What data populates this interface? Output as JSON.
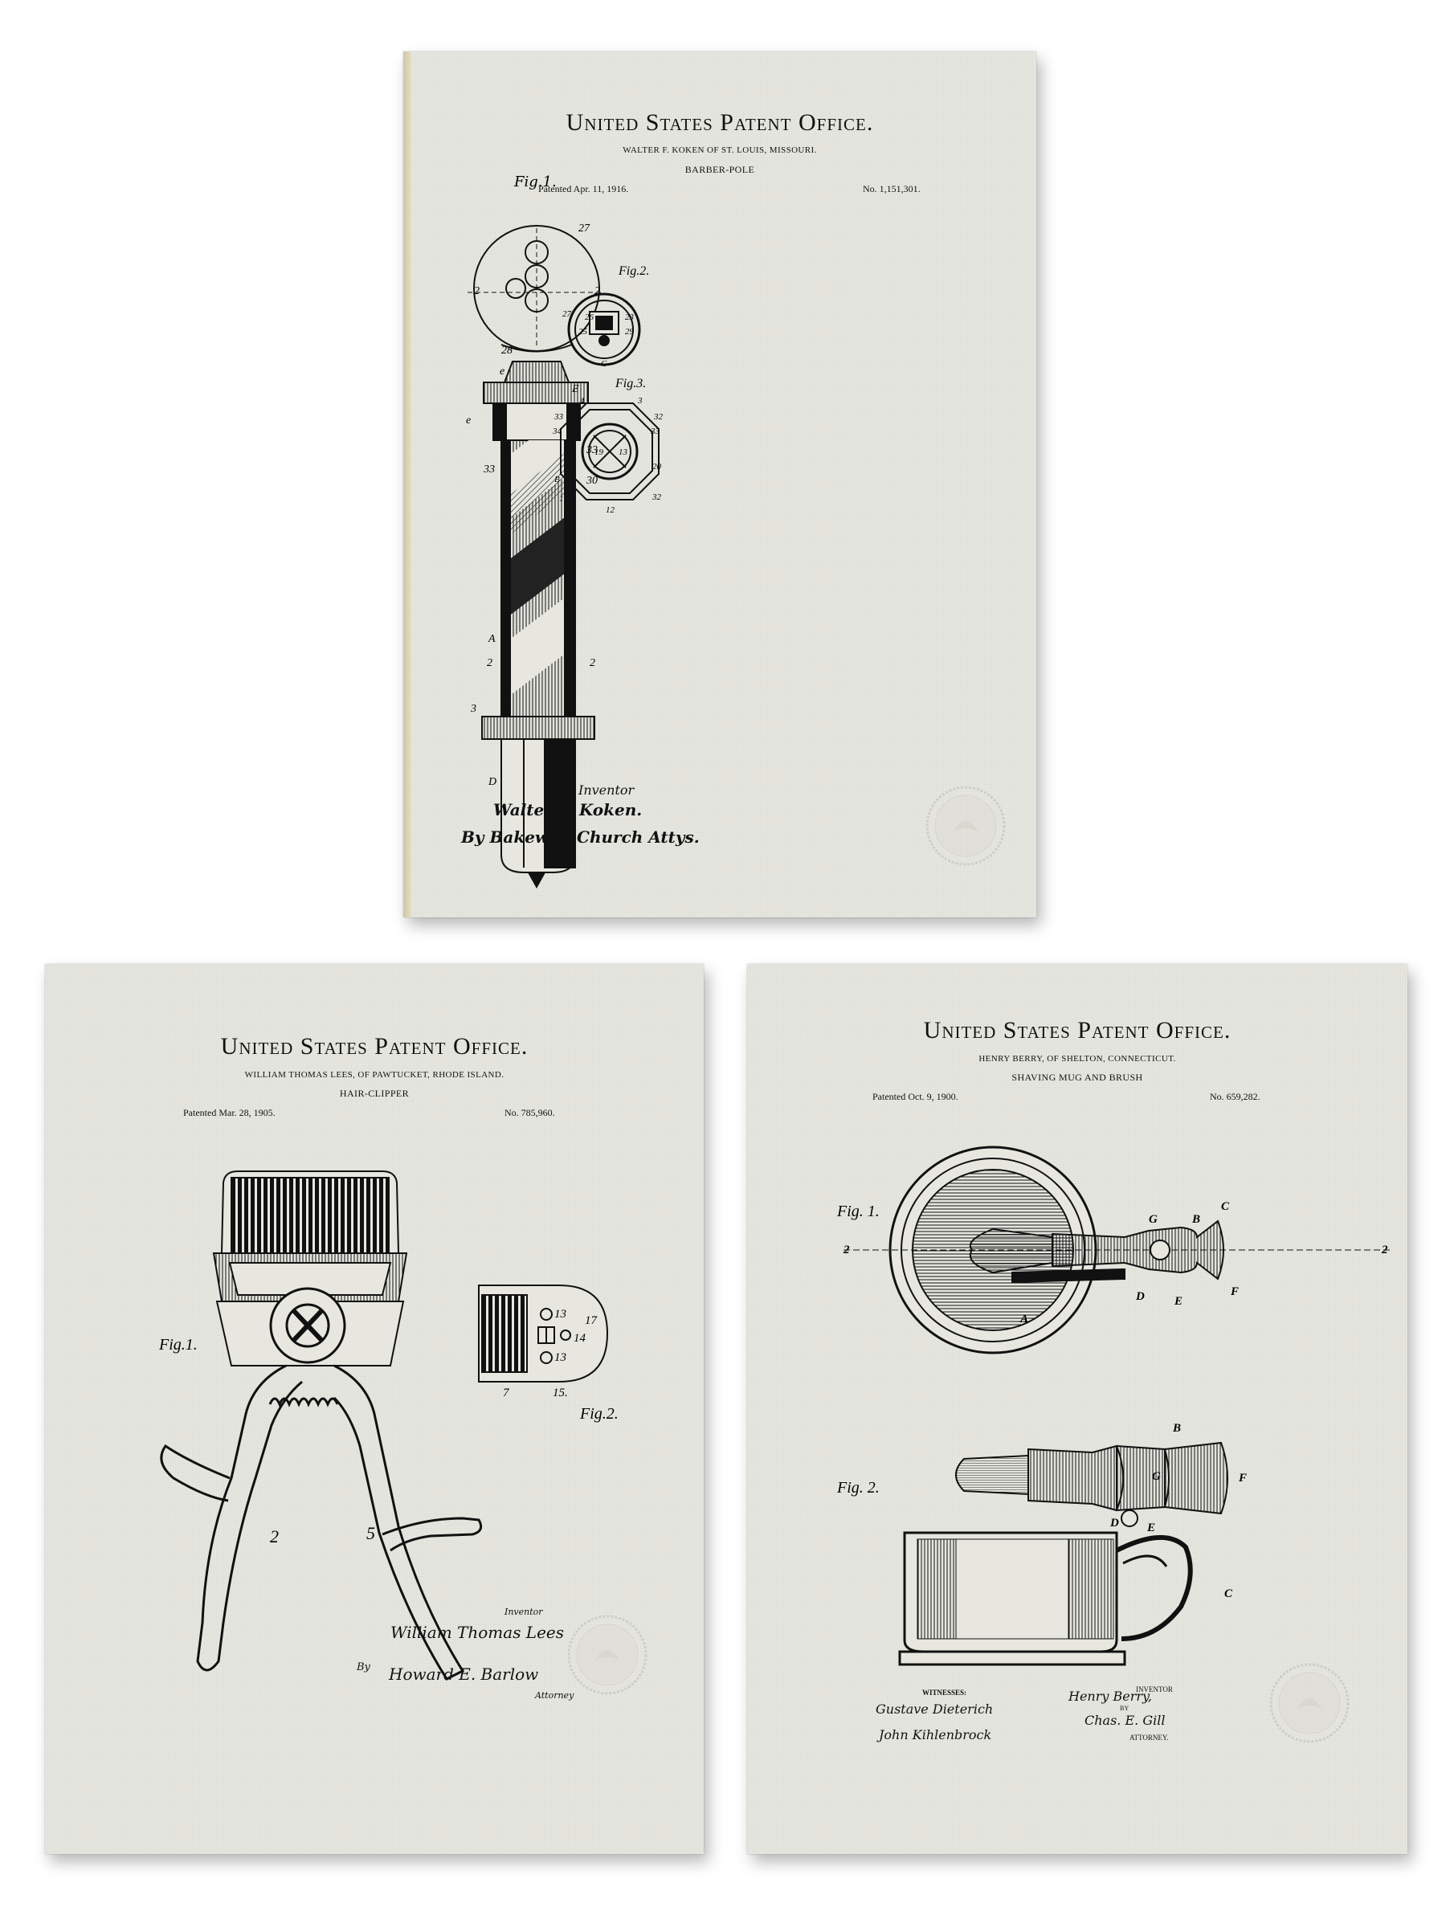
{
  "posters": [
    {
      "office": "United States Patent Office.",
      "inventor_line": "WALTER F. KOKEN OF ST. LOUIS, MISSOURI.",
      "title": "BARBER-POLE",
      "patent_date": "Patented Apr. 11, 1916.",
      "patent_number": "No. 1,151,301.",
      "figures": [
        "Fig.1.",
        "Fig.2.",
        "Fig.3."
      ],
      "signature": {
        "role": "Inventor",
        "inventor": "Walter F. Koken.",
        "attorney": "By Bakewell Church Attys."
      }
    },
    {
      "office": "United States Patent Office.",
      "inventor_line": "WILLIAM THOMAS LEES, OF PAWTUCKET, RHODE ISLAND.",
      "title": "HAIR-CLIPPER",
      "patent_date": "Patented Mar. 28, 1905.",
      "patent_number": "No. 785,960.",
      "figures": [
        "Fig.1.",
        "Fig.2."
      ],
      "signature": {
        "role": "Inventor",
        "inventor": "William Thomas Lees",
        "attorney_prefix": "By",
        "attorney": "Howard E. Barlow",
        "attorney_role": "Attorney"
      }
    },
    {
      "office": "United States Patent Office.",
      "inventor_line": "HENRY BERRY, OF SHELTON, CONNECTICUT.",
      "title": "SHAVING MUG AND BRUSH",
      "patent_date": "Patented Oct. 9, 1900.",
      "patent_number": "No. 659,282.",
      "figures": [
        "Fig. 1.",
        "Fig. 2."
      ],
      "signature": {
        "witnesses_label": "WITNESSES:",
        "witness_1": "Gustave Dieterich",
        "witness_2": "John Kihlenbrock",
        "inventor": "Henry Berry,",
        "role": "INVENTOR",
        "by": "BY",
        "attorney": "Chas. E. Gill",
        "attorney_role": "ATTORNEY."
      }
    }
  ],
  "colors": {
    "paper": "#e7e7e0",
    "ink": "#111111",
    "background": "#ffffff"
  }
}
